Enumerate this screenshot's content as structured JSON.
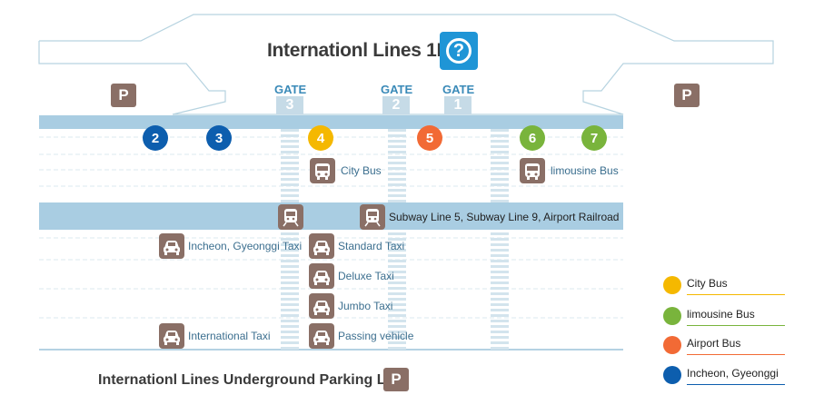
{
  "title": "Internationl Lines 1F",
  "help_icon": "question-icon",
  "parking_symbol": "P",
  "gates": [
    {
      "label": "GATE",
      "number": "3"
    },
    {
      "label": "GATE",
      "number": "2"
    },
    {
      "label": "GATE",
      "number": "1"
    }
  ],
  "stops": [
    {
      "number": "2",
      "color": "#0d5eae"
    },
    {
      "number": "3",
      "color": "#0d5eae"
    },
    {
      "number": "4",
      "color": "#f5b800"
    },
    {
      "number": "5",
      "color": "#f26a35"
    },
    {
      "number": "6",
      "color": "#79b43c"
    },
    {
      "number": "7",
      "color": "#79b43c"
    }
  ],
  "transport": {
    "city_bus": "City Bus",
    "limousine_bus": "limousine Bus",
    "subway": "Subway Line 5, Subway Line 9, Airport Railroad",
    "incheon_taxi": "Incheon, Gyeonggi Taxi",
    "standard_taxi": "Standard Taxi",
    "deluxe_taxi": "Deluxe Taxi",
    "jumbo_taxi": "Jumbo Taxi",
    "international_taxi": "International Taxi",
    "passing_vehicle": "Passing vehicle"
  },
  "bottom_title": "Internationl Lines Underground Parking Lot",
  "legend": [
    {
      "label": "City Bus",
      "color": "#f5b800"
    },
    {
      "label": "limousine Bus",
      "color": "#79b43c"
    },
    {
      "label": "Airport Bus",
      "color": "#f26a35"
    },
    {
      "label": "Incheon, Gyeonggi",
      "color": "#0d5eae"
    }
  ],
  "colors": {
    "road": "#a9cde2",
    "parking": "#8a6f66",
    "gate": "#c6dbe7"
  }
}
